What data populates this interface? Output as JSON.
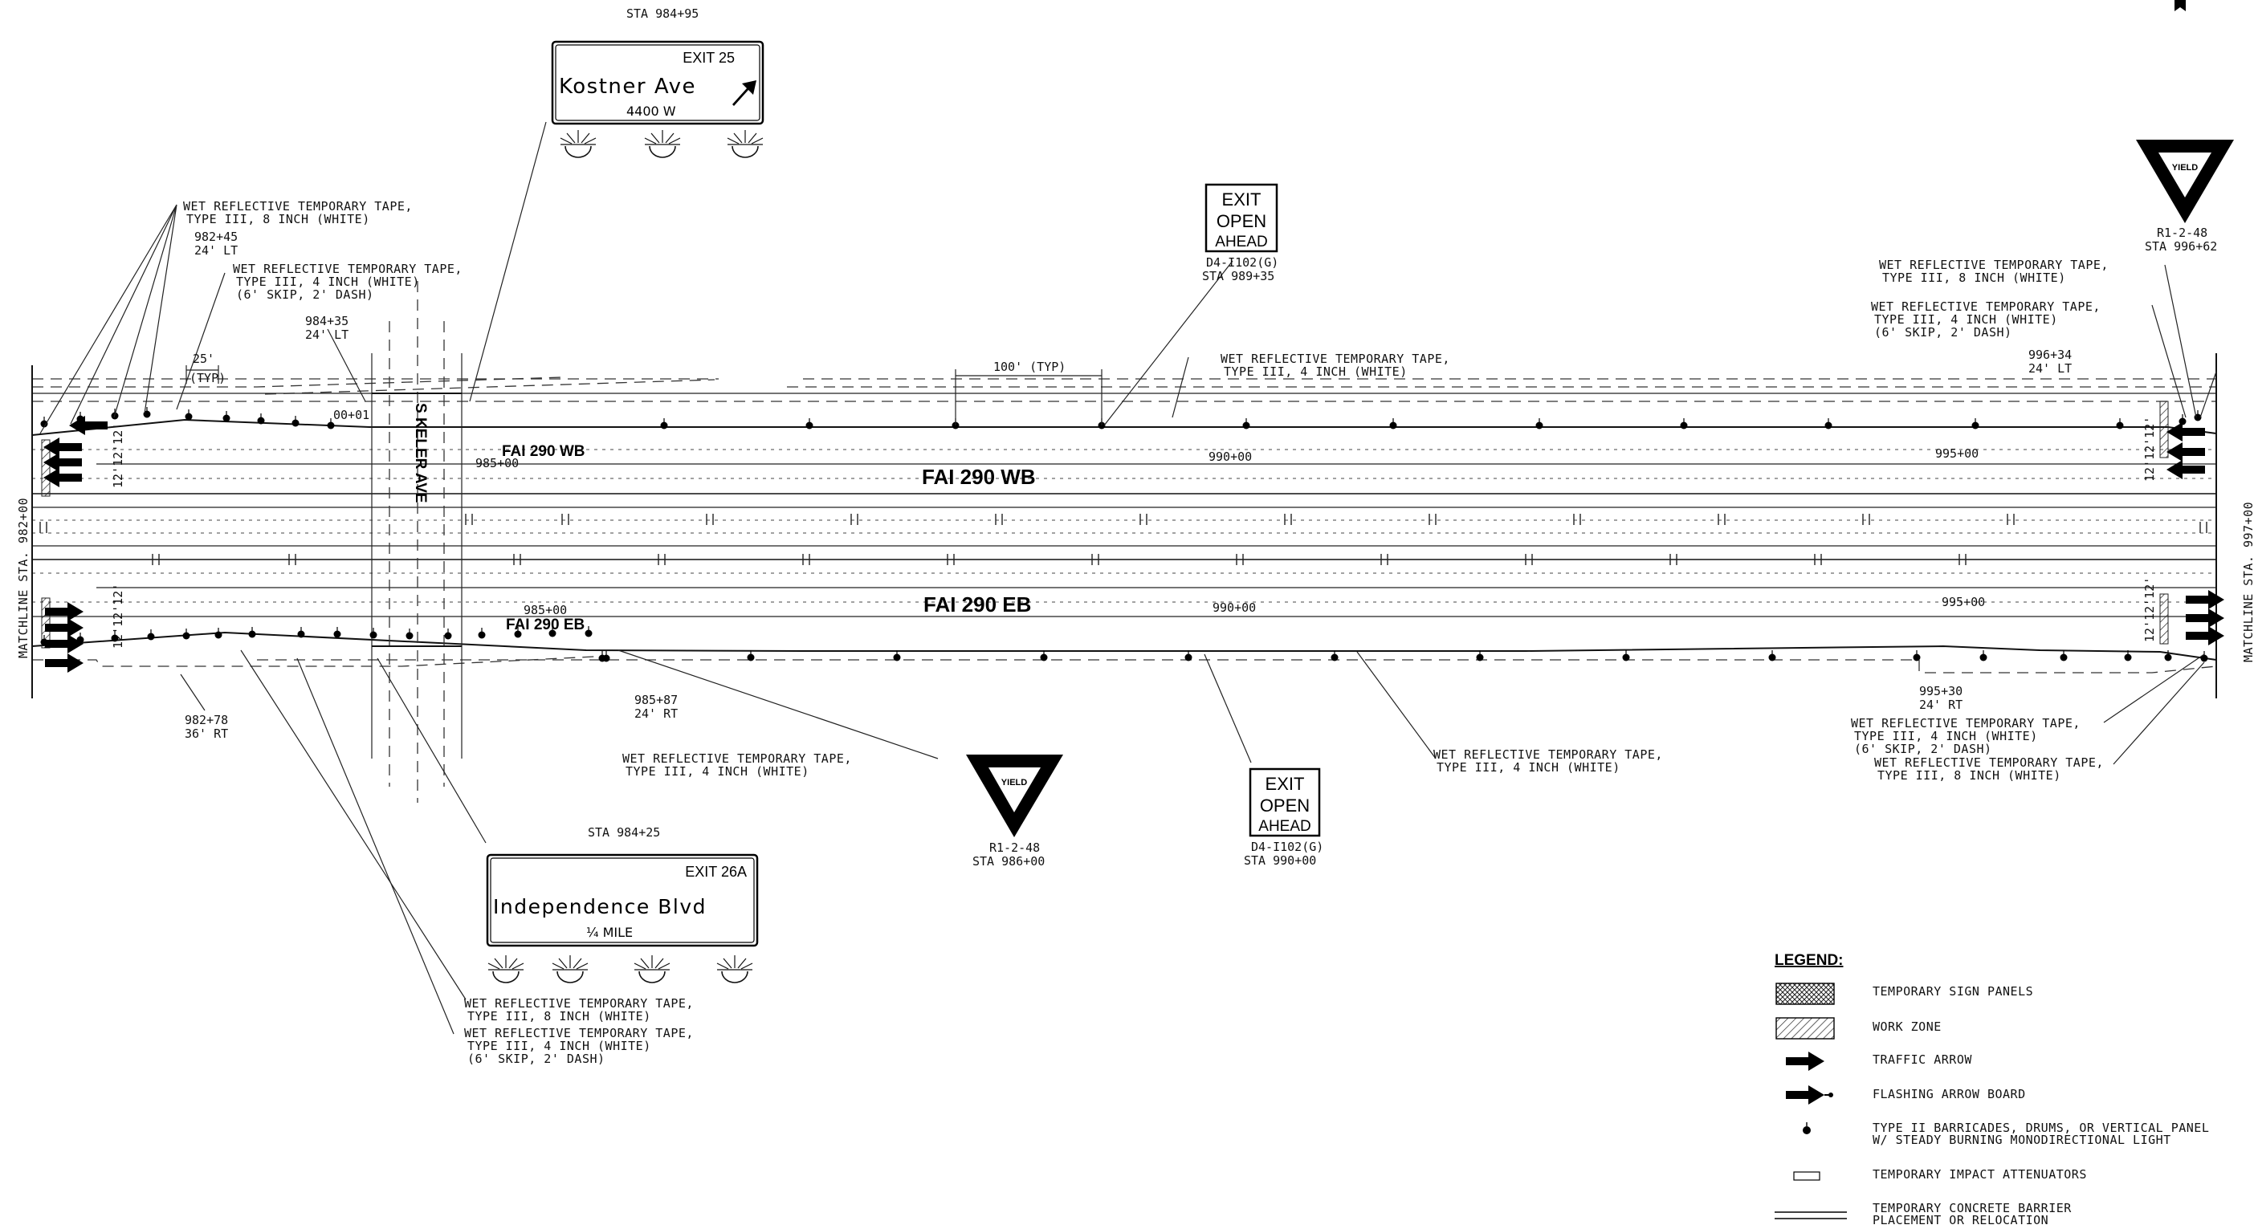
{
  "matchline_left": "MATCHLINE STA. 982+00",
  "matchline_right": "MATCHLINE STA. 997+00",
  "roads": {
    "wb_small": "FAI 290 WB",
    "wb_big": "FAI 290 WB",
    "eb_small": "FAI 290 EB",
    "eb_big": "FAI 290 EB",
    "cross_street": "S KELER AVE"
  },
  "guide_signs": {
    "kostner": {
      "sta": "STA 984+95",
      "exit": "EXIT 25",
      "name": "Kostner Ave",
      "sub": "4400 W"
    },
    "independence": {
      "sta": "STA 984+25",
      "exit": "EXIT 26A",
      "name": "Independence Blvd",
      "sub": "¼ MILE"
    }
  },
  "exit_open_signs": [
    {
      "lines": [
        "EXIT",
        "OPEN",
        "AHEAD"
      ],
      "code": "D4-I102(G)",
      "sta": "STA 989+35"
    },
    {
      "lines": [
        "EXIT",
        "OPEN",
        "AHEAD"
      ],
      "code": "D4-I102(G)",
      "sta": "STA 990+00"
    }
  ],
  "yield_signs": [
    {
      "word": "YIELD",
      "code": "R1-2-48",
      "sta": "STA 996+62"
    },
    {
      "word": "YIELD",
      "code": "R1-2-48",
      "sta": "STA 986+00"
    }
  ],
  "stations": {
    "s98245": "982+45",
    "s98245o": "24' LT",
    "s98435": "984+35",
    "s98435o": "24' LT",
    "s98278": "982+78",
    "s98278o": "36' RT",
    "s98587": "985+87",
    "s98587o": "24' RT",
    "s99634": "996+34",
    "s99634o": "24' LT",
    "s99530": "995+30",
    "s99530o": "24' RT",
    "wb985": "985+00",
    "wb990": "990+00",
    "wb995": "995+00",
    "eb985": "985+00",
    "eb990": "990+00",
    "eb995": "995+00",
    "p0001": "00+01"
  },
  "dims": {
    "d25": "25'",
    "typ": "(TYP)",
    "d100": "100' (TYP)",
    "lanes": "12'12'12'"
  },
  "notes": {
    "n1": [
      "WET REFLECTIVE TEMPORARY TAPE,",
      "TYPE III, 8 INCH (WHITE)"
    ],
    "n2": [
      "WET REFLECTIVE TEMPORARY TAPE,",
      "TYPE III, 4 INCH (WHITE)",
      "(6' SKIP, 2' DASH)"
    ],
    "n3": [
      "WET REFLECTIVE TEMPORARY TAPE,",
      "TYPE III, 4 INCH (WHITE)"
    ],
    "n4": [
      "WET REFLECTIVE TEMPORARY TAPE,",
      "TYPE III, 8 INCH (WHITE)"
    ],
    "n5": [
      "WET REFLECTIVE TEMPORARY TAPE,",
      "TYPE III, 4 INCH (WHITE)",
      "(6' SKIP, 2' DASH)"
    ],
    "n6": [
      "WET REFLECTIVE TEMPORARY TAPE,",
      "TYPE III, 4 INCH (WHITE)"
    ],
    "n7": [
      "WET REFLECTIVE TEMPORARY TAPE,",
      "TYPE III, 4 INCH (WHITE)"
    ],
    "n8": [
      "WET REFLECTIVE TEMPORARY TAPE,",
      "TYPE III, 4 INCH (WHITE)",
      "(6' SKIP, 2' DASH)"
    ],
    "n9": [
      "WET REFLECTIVE TEMPORARY TAPE,",
      "TYPE III, 8 INCH (WHITE)"
    ],
    "n10": [
      "WET REFLECTIVE TEMPORARY TAPE,",
      "TYPE III, 8 INCH (WHITE)"
    ],
    "n11": [
      "WET REFLECTIVE TEMPORARY TAPE,",
      "TYPE III, 4 INCH (WHITE)",
      "(6' SKIP, 2' DASH)"
    ]
  },
  "legend": {
    "title": "LEGEND:",
    "items": [
      "TEMPORARY SIGN PANELS",
      "WORK ZONE",
      "TRAFFIC ARROW",
      "FLASHING ARROW BOARD",
      "TYPE II BARRICADES, DRUMS, OR VERTICAL PANEL|W/ STEADY BURNING MONODIRECTIONAL LIGHT",
      "TEMPORARY IMPACT ATTENUATORS",
      "TEMPORARY CONCRETE BARRIER|PLACEMENT OR RELOCATION"
    ]
  },
  "colors": {
    "ink": "#111111",
    "paper": "#ffffff"
  }
}
